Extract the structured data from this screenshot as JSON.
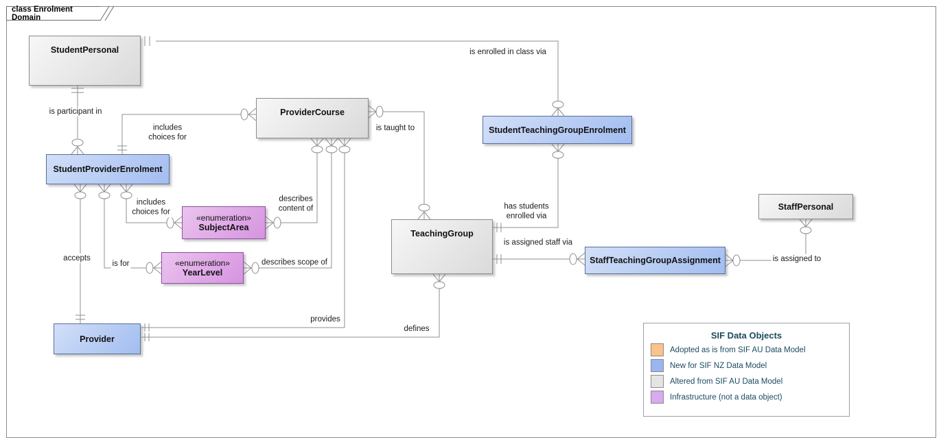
{
  "diagram": {
    "tab_label": "class Enrolment Domain"
  },
  "nodes": [
    {
      "label": "StudentPersonal",
      "category": "altered"
    },
    {
      "label": "ProviderCourse",
      "category": "altered"
    },
    {
      "label": "StudentTeachingGroupEnrolment",
      "category": "new"
    },
    {
      "label": "StudentProviderEnrolment",
      "category": "new"
    },
    {
      "stereotype": "«enumeration»",
      "label": "SubjectArea",
      "category": "infrastructure"
    },
    {
      "stereotype": "«enumeration»",
      "label": "YearLevel",
      "category": "infrastructure"
    },
    {
      "label": "TeachingGroup",
      "category": "altered"
    },
    {
      "label": "StaffPersonal",
      "category": "altered"
    },
    {
      "label": "StaffTeachingGroupAssignment",
      "category": "new"
    },
    {
      "label": "Provider",
      "category": "new"
    }
  ],
  "edges": [
    {
      "from": "StudentPersonal",
      "to": "StudentTeachingGroupEnrolment",
      "label": "is enrolled in class via"
    },
    {
      "from": "StudentPersonal",
      "to": "StudentProviderEnrolment",
      "label": "is participant in"
    },
    {
      "from": "StudentProviderEnrolment",
      "to": "ProviderCourse",
      "label": "includes\nchoices for"
    },
    {
      "from": "ProviderCourse",
      "to": "TeachingGroup",
      "label": "is taught to"
    },
    {
      "from": "ProviderCourse",
      "to": "SubjectArea",
      "label": "describes\ncontent of"
    },
    {
      "from": "ProviderCourse",
      "to": "YearLevel",
      "label": "describes scope of"
    },
    {
      "from": "ProviderCourse",
      "to": "Provider",
      "label": "provides"
    },
    {
      "from": "TeachingGroup",
      "to": "Provider",
      "label": "defines"
    },
    {
      "from": "StudentTeachingGroupEnrolment",
      "to": "TeachingGroup",
      "label": "has students\nenrolled via"
    },
    {
      "from": "TeachingGroup",
      "to": "StaffTeachingGroupAssignment",
      "label": "is assigned staff via"
    },
    {
      "from": "StaffTeachingGroupAssignment",
      "to": "StaffPersonal",
      "label": "is assigned to"
    },
    {
      "from": "StudentProviderEnrolment",
      "to": "Provider",
      "label": "accepts"
    },
    {
      "from": "StudentProviderEnrolment",
      "to": "YearLevel",
      "label": "is for"
    },
    {
      "from": "StudentProviderEnrolment",
      "to": "SubjectArea",
      "label": "includes\nchoices for"
    }
  ],
  "legend": {
    "title": "SIF Data Objects",
    "items": [
      {
        "label": "Adopted as is from SIF AU Data Model",
        "color": "#fac28c"
      },
      {
        "label": "New for SIF NZ Data Model",
        "color": "#9ab6f0"
      },
      {
        "label": "Altered from SIF AU Data Model",
        "color": "#e4e4e4"
      },
      {
        "label": "Infrastructure (not a data object)",
        "color": "#d9aaf0"
      }
    ]
  },
  "colors": {
    "legend_text": "#1b4a5c",
    "line": "#8f8f8f",
    "node_blue": "#a2bdf0",
    "node_gray": "#dadada",
    "node_purple": "#d693e0"
  }
}
